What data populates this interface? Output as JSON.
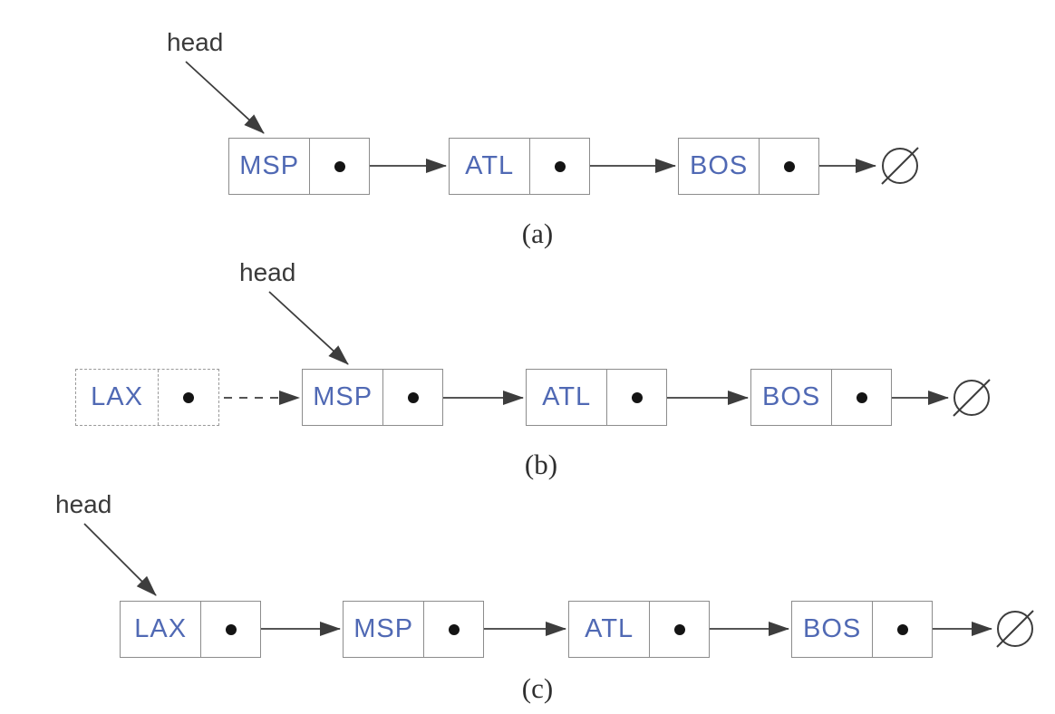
{
  "figure": {
    "description": "linked-list insertion diagram",
    "head_label": "head",
    "terminator_symbol": "∅",
    "rows": [
      {
        "label": "(a)",
        "nodes": [
          "MSP",
          "ATL",
          "BOS"
        ]
      },
      {
        "label": "(b)",
        "nodes": [
          "LAX",
          "MSP",
          "ATL",
          "BOS"
        ],
        "inserted_node": "LAX",
        "inserted_style": "dashed"
      },
      {
        "label": "(c)",
        "nodes": [
          "LAX",
          "MSP",
          "ATL",
          "BOS"
        ]
      }
    ],
    "colors": {
      "node_text": "#5069b4",
      "box_border": "#8c8c8c",
      "arrow": "#3d3d3d",
      "label_text": "#2f2f2f",
      "background": "#ffffff"
    }
  }
}
